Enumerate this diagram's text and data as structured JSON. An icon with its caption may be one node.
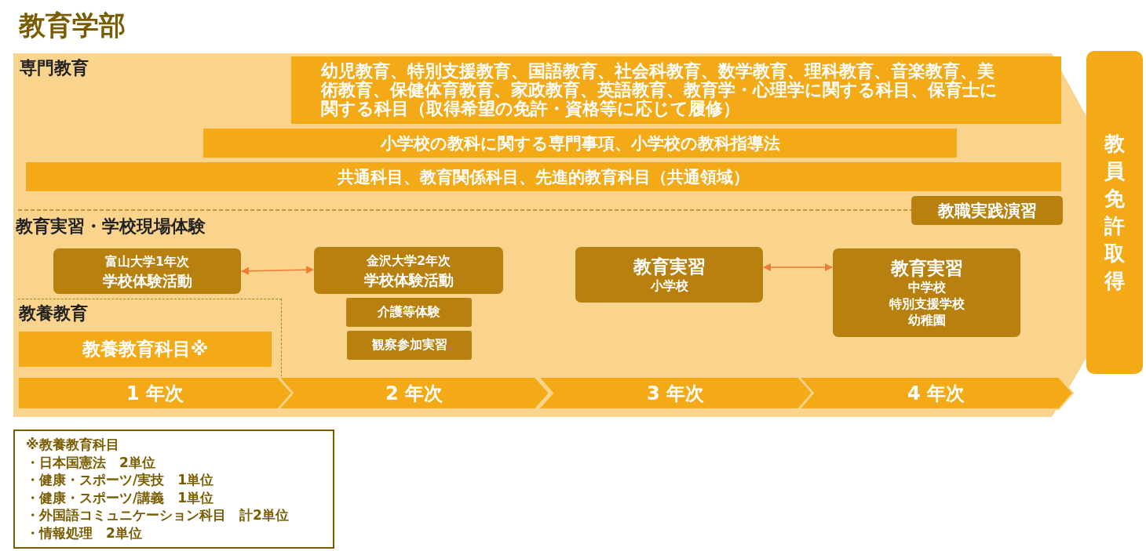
{
  "diagram": {
    "title": "教育学部",
    "nodes": [
      {
        "text": [
          "専門教育",
          "教育実習・学校現場体験"
        ]
      },
      {
        "text": [
          "幼児教育、特別支援教育、国語教育、社会科教育、数学教育、理科教育、音楽教育、美術教育、保健体育教育、家政教育、英語教育、教育学・心理学に関する科目、保育士に関する科目（取得希望の免許・資格等に応じて履修）"
        ],
        "in": 0
      },
      {
        "text": [
          "小学校の教科に関する専門事項、小学校の教科指導法"
        ],
        "in": 0
      },
      {
        "text": [
          "共通科目、教育関係科目、先進的教育科目（共通領域）"
        ],
        "in": 0
      },
      {
        "text": [
          "教職実践演習"
        ],
        "in": 0
      },
      {
        "text": [
          "富山大学1年次",
          "学校体験活動"
        ],
        "in": 0
      },
      {
        "text": [
          "金沢大学2年次",
          "学校体験活動"
        ],
        "in": 0
      },
      {
        "text": [
          "介護等体験"
        ],
        "in": 0
      },
      {
        "text": [
          "観察参加実習"
        ],
        "in": 0
      },
      {
        "text": [
          "教育実習",
          "小学校"
        ],
        "in": 0
      },
      {
        "text": [
          "教育実習",
          "中学校",
          "特別支援学校",
          "幼稚園"
        ],
        "in": 0
      },
      {
        "text": [
          "教養教育"
        ],
        "in": 0
      },
      {
        "text": [
          "教養教育科目※"
        ],
        "in": 11
      },
      {
        "text": [
          "1 年次"
        ],
        "in": 0
      },
      {
        "text": [
          "2 年次"
        ],
        "in": 0
      },
      {
        "text": [
          "3 年次"
        ],
        "in": 0
      },
      {
        "text": [
          "4 年次"
        ],
        "in": 0
      },
      {
        "text": [
          "教員免許取得"
        ]
      },
      {
        "text": [
          "※教養教育科目",
          "・日本国憲法　2単位",
          "・健康・スポーツ/実技　1単位",
          "・健康・スポーツ/講義　1単位",
          "・外国語コミュニケーション科目　計2単位",
          "・情報処理　2単位"
        ]
      }
    ],
    "edges": [
      {
        "from": 5,
        "to": 6,
        "arrow": "both"
      },
      {
        "from": 9,
        "to": 10,
        "arrow": "both"
      }
    ]
  }
}
